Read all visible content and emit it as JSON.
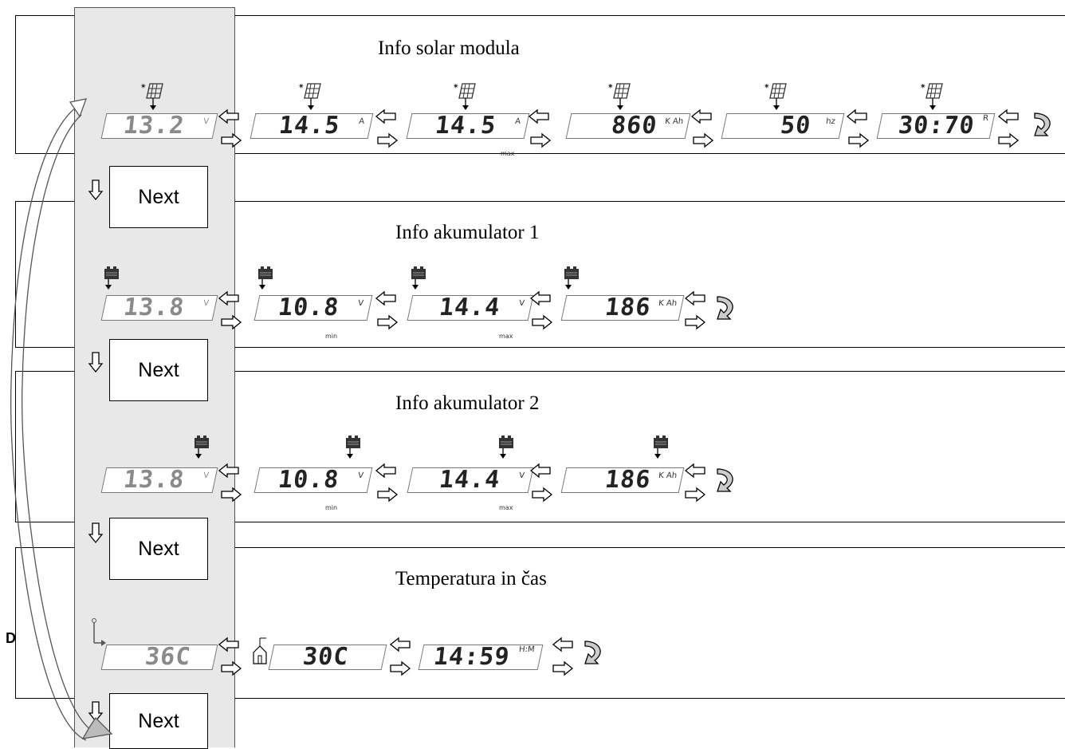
{
  "sections": [
    {
      "title": "Info solar modula"
    },
    {
      "title": "Info akumulator 1"
    },
    {
      "title": "Info akumulator 2"
    },
    {
      "title": "Temperatura in čas"
    }
  ],
  "next_label": "Next",
  "displays": {
    "solar": [
      {
        "value": "13.2",
        "unit": "V",
        "sub": ""
      },
      {
        "value": "14.5",
        "unit": "A",
        "sub": ""
      },
      {
        "value": "14.5",
        "unit": "A",
        "sub": "max"
      },
      {
        "value": "860",
        "unit": "K Ah",
        "sub": ""
      },
      {
        "value": "50",
        "unit": "hz",
        "sub": ""
      },
      {
        "value": "30:70",
        "unit": "R",
        "sub": ""
      }
    ],
    "acc1": [
      {
        "value": "13.8",
        "unit": "V",
        "sub": ""
      },
      {
        "value": "10.8",
        "unit": "V",
        "sub": "min"
      },
      {
        "value": "14.4",
        "unit": "V",
        "sub": "max"
      },
      {
        "value": "186",
        "unit": "K Ah",
        "sub": ""
      }
    ],
    "acc2": [
      {
        "value": "13.8",
        "unit": "V",
        "sub": ""
      },
      {
        "value": "10.8",
        "unit": "V",
        "sub": "min"
      },
      {
        "value": "14.4",
        "unit": "V",
        "sub": "max"
      },
      {
        "value": "186",
        "unit": "K Ah",
        "sub": ""
      }
    ],
    "temp": [
      {
        "value": "36C",
        "unit": "",
        "sub": ""
      },
      {
        "value": "30C",
        "unit": "",
        "sub": ""
      },
      {
        "value": "14:59",
        "unit": "H:M",
        "sub": ""
      }
    ]
  },
  "icons": {
    "solar": "solar-panel-icon",
    "acc1": "battery-1-icon",
    "acc2": "battery-2-icon",
    "temp": "thermometer-icon",
    "house": "house-icon"
  },
  "edge_mark": "D"
}
